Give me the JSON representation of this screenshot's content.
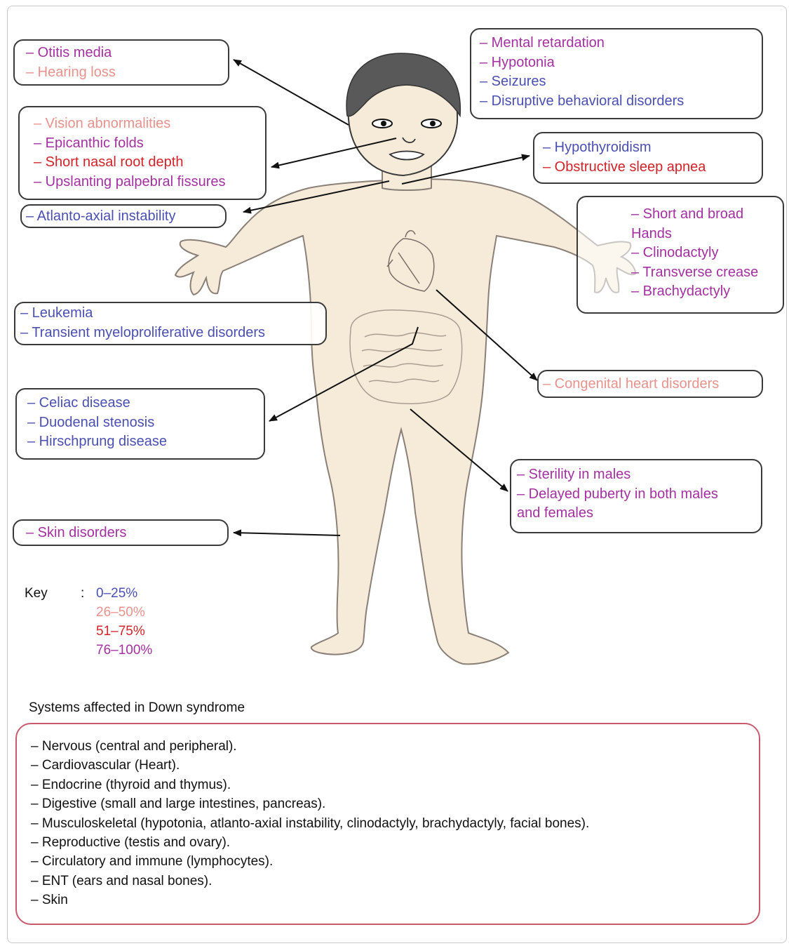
{
  "colors": {
    "band_0_25": "#4a4fb0",
    "band_26_50": "#e7928c",
    "band_51_75": "#d0232a",
    "band_76_100": "#a2309f",
    "skin": "#f6ead9",
    "outline": "#8a8078",
    "box_border": "#3a3a3a",
    "systems_border": "#c85a6e"
  },
  "callouts": {
    "ears": {
      "items": [
        {
          "text": "– Otitis media",
          "band": "76_100"
        },
        {
          "text": "– Hearing loss",
          "band": "26_50"
        }
      ]
    },
    "eyes": {
      "items": [
        {
          "text": "– Vision abnormalities",
          "band": "26_50"
        },
        {
          "text": "– Epicanthic folds",
          "band": "76_100"
        },
        {
          "text": "– Short nasal root depth",
          "band": "51_75"
        },
        {
          "text": "– Upslanting palpebral fissures",
          "band": "76_100"
        }
      ]
    },
    "neck": {
      "items": [
        {
          "text": "– Atlanto-axial instability",
          "band": "0_25"
        }
      ]
    },
    "brain": {
      "items": [
        {
          "text": "– Mental retardation",
          "band": "76_100"
        },
        {
          "text": "– Hypotonia",
          "band": "76_100"
        },
        {
          "text": "– Seizures",
          "band": "0_25"
        },
        {
          "text": "– Disruptive behavioral disorders",
          "band": "0_25"
        }
      ]
    },
    "thyroid": {
      "items": [
        {
          "text": "– Hypothyroidism",
          "band": "0_25"
        },
        {
          "text": "– Obstructive sleep apnea",
          "band": "51_75"
        }
      ]
    },
    "hands": {
      "items": [
        {
          "text": "– Short and broad",
          "band": "76_100"
        },
        {
          "text": "Hands",
          "band": "76_100"
        },
        {
          "text": "– Clinodactyly",
          "band": "76_100"
        },
        {
          "text": "– Transverse crease",
          "band": "76_100"
        },
        {
          "text": "– Brachydactyly",
          "band": "76_100"
        }
      ]
    },
    "blood": {
      "items": [
        {
          "text": "– Leukemia",
          "band": "0_25"
        },
        {
          "text": "– Transient myeloproliferative disorders",
          "band": "0_25"
        }
      ]
    },
    "heart": {
      "items": [
        {
          "text": "– Congenital heart disorders",
          "band": "26_50"
        }
      ]
    },
    "gut": {
      "items": [
        {
          "text": "– Celiac disease",
          "band": "0_25"
        },
        {
          "text": "– Duodenal stenosis",
          "band": "0_25"
        },
        {
          "text": "– Hirschprung disease",
          "band": "0_25"
        }
      ]
    },
    "reproductive": {
      "items": [
        {
          "text": "– Sterility in males",
          "band": "76_100"
        },
        {
          "text": "– Delayed puberty in both males",
          "band": "76_100"
        },
        {
          "text": "and females",
          "band": "76_100"
        }
      ]
    },
    "skin": {
      "items": [
        {
          "text": "– Skin disorders",
          "band": "76_100"
        }
      ]
    }
  },
  "key": {
    "label": "Key",
    "separator": ":",
    "ranges": [
      {
        "text": "0–25%",
        "band": "0_25"
      },
      {
        "text": "26–50%",
        "band": "26_50"
      },
      {
        "text": "51–75%",
        "band": "51_75"
      },
      {
        "text": "76–100%",
        "band": "76_100"
      }
    ]
  },
  "systems": {
    "title": "Systems affected in Down syndrome",
    "items": [
      "– Nervous (central and peripheral).",
      "– Cardiovascular  (Heart).",
      "– Endocrine (thyroid and thymus).",
      "– Digestive  (small and large intestines, pancreas).",
      "– Musculoskeletal (hypotonia, atlanto-axial instability, clinodactyly, brachydactyly, facial bones).",
      "– Reproductive (testis and ovary).",
      "– Circulatory and immune (lymphocytes).",
      "– ENT (ears and nasal bones).",
      "– Skin"
    ]
  }
}
